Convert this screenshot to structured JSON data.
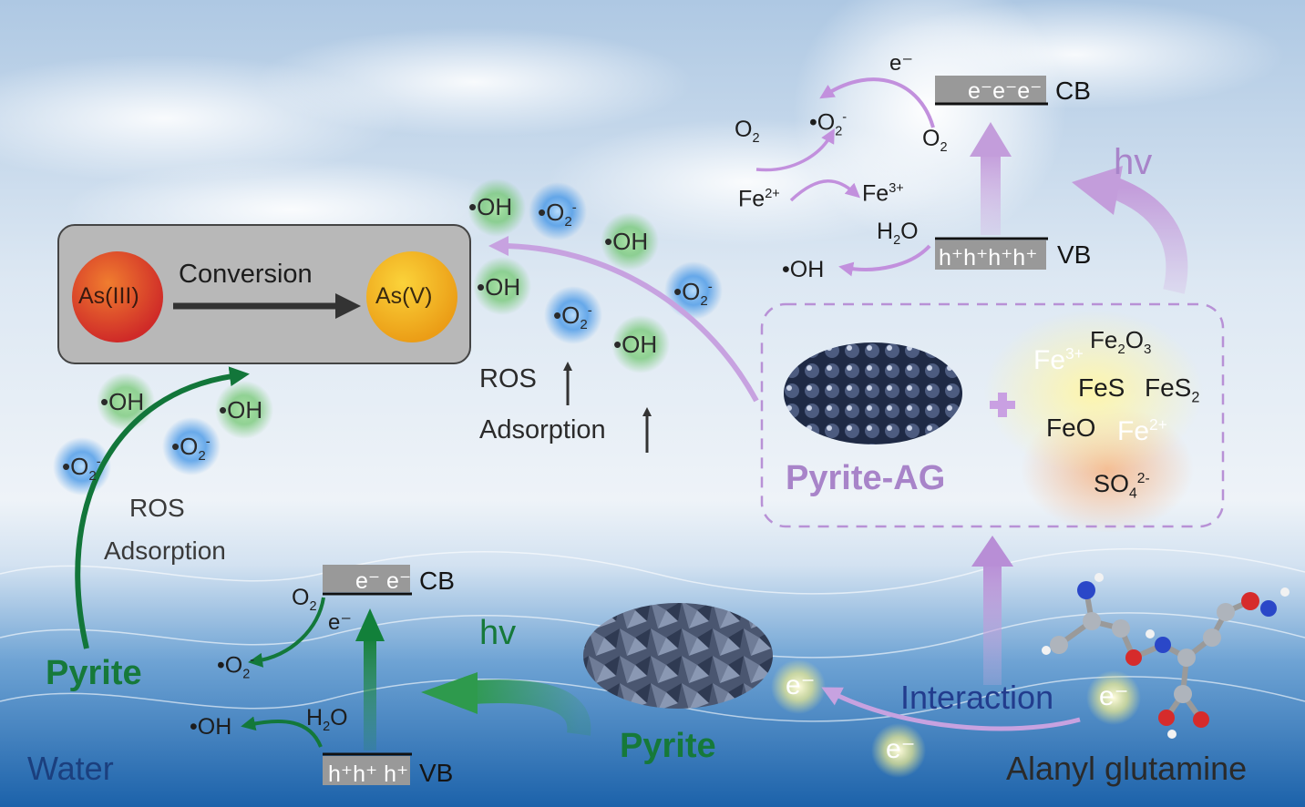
{
  "as_box": {
    "from_species": "As(III)",
    "to_species": "As(V)",
    "process_label": "Conversion"
  },
  "left_panel": {
    "material": "Pyrite",
    "effect_ros": "ROS",
    "effect_adsorption": "Adsorption",
    "oh_radical": "•OH",
    "superoxide": "•O",
    "cb_label": "CB",
    "vb_label": "VB",
    "cb_electrons": "e⁻ e⁻",
    "vb_holes": "h⁺h⁺ h⁺",
    "o2": "O",
    "h2o": "H",
    "electron": "e⁻",
    "light": "hv"
  },
  "middle": {
    "ros_up_label": "ROS",
    "adsorption_up_label": "Adsorption",
    "radical_oh": "•OH",
    "radical_o2": "•O"
  },
  "top_right": {
    "cb_label": "CB",
    "vb_label": "VB",
    "cb_electrons": "e⁻e⁻e⁻",
    "vb_holes": "h⁺h⁺h⁺h⁺",
    "electron_top": "e⁻",
    "o2_left": "O",
    "o2_right": "O",
    "superoxide": "•O",
    "fe2": "Fe",
    "fe3": "Fe",
    "h2o": "H",
    "oh": "•OH",
    "light": "hv"
  },
  "pyrite_ag": {
    "label": "Pyrite-AG",
    "plus": "+",
    "species": {
      "fe2o3": "Fe",
      "fe3": "Fe",
      "fes": "FeS",
      "fes2": "FeS",
      "feo": "FeO",
      "fe2": "Fe",
      "so4": "SO"
    }
  },
  "bottom": {
    "water": "Water",
    "pyrite": "Pyrite",
    "interaction": "Interaction",
    "alanyl_glutamine": "Alanyl glutamine",
    "electron": "e⁻"
  },
  "colors": {
    "sky_top": "#b7cfe6",
    "water_deep": "#1b64ad",
    "pyrite_green": "#16793a",
    "purple_arrow": "#c49ee0",
    "ag_label": "#a884c9",
    "as3": "#d8442a",
    "as5": "#f0b818"
  }
}
